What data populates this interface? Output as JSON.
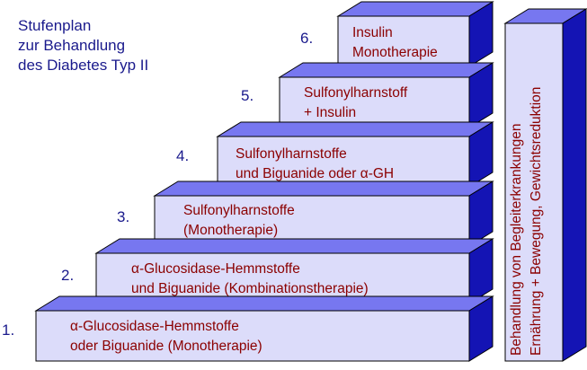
{
  "title": [
    "Stufenplan",
    "zur Behandlung",
    "des Diabetes Typ II"
  ],
  "steps": [
    {
      "number": "1.",
      "lines": [
        "α-Glucosidase-Hemmstoffe",
        "oder Biguanide  (Monotherapie)"
      ]
    },
    {
      "number": "2.",
      "lines": [
        "α-Glucosidase-Hemmstoffe",
        "und  Biguanide (Kombinationstherapie)"
      ]
    },
    {
      "number": "3.",
      "lines": [
        "Sulfonylharnstoffe",
        "(Monotherapie)"
      ]
    },
    {
      "number": "4.",
      "lines": [
        "Sulfonylharnstoffe",
        "und Biguanide oder  α-GH"
      ]
    },
    {
      "number": "5.",
      "lines": [
        "Sulfonylharnstoff",
        "+ Insulin"
      ]
    },
    {
      "number": "6.",
      "lines": [
        "Insulin",
        "Monotherapie"
      ]
    }
  ],
  "side_column": {
    "lines": [
      "Behandlung von Begleiterkrankungen",
      "Ernährung + Bewegung, Gewichtsreduktion"
    ]
  },
  "colors": {
    "face": "#dcdcfa",
    "top": "#7777f0",
    "side": "#1414b4",
    "outline": "#000000",
    "label": "#8b0000",
    "number": "#1a1a8c"
  }
}
